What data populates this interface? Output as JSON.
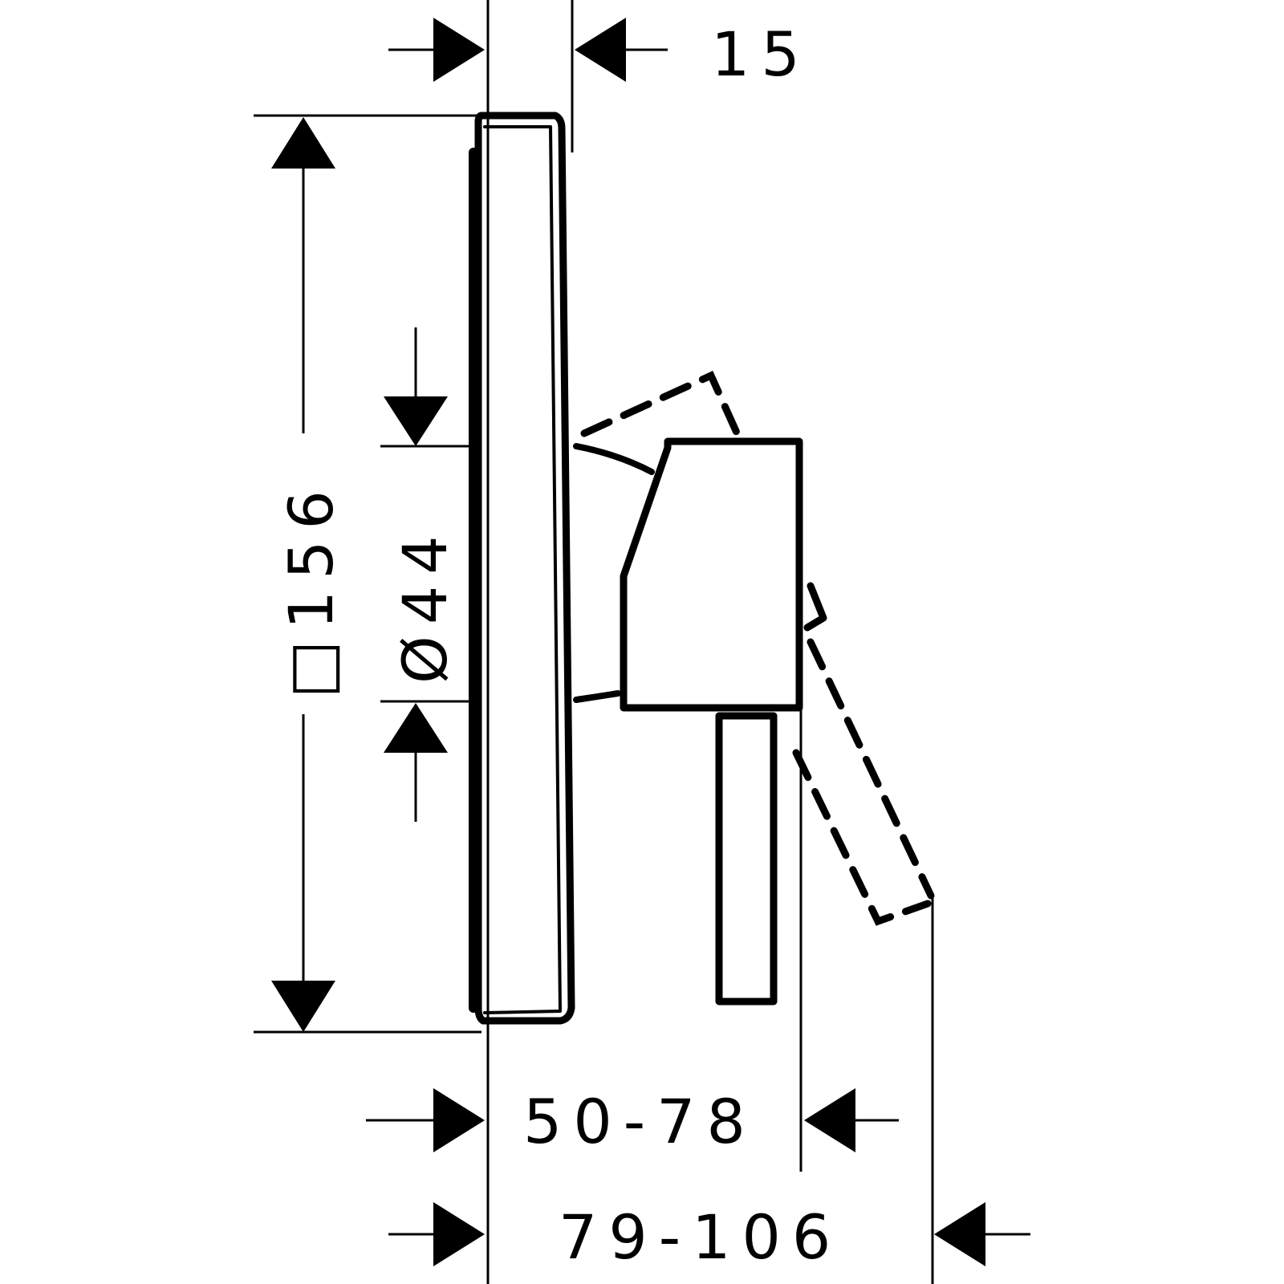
{
  "drawing": {
    "line_color": "#000000",
    "background_color": "#ffffff"
  },
  "dimensions": {
    "plate_depth": "15",
    "plate_size": "□156",
    "button_diameter": "Ø44",
    "projection_handle_down": "50-78",
    "projection_handle_up": "79-106"
  }
}
